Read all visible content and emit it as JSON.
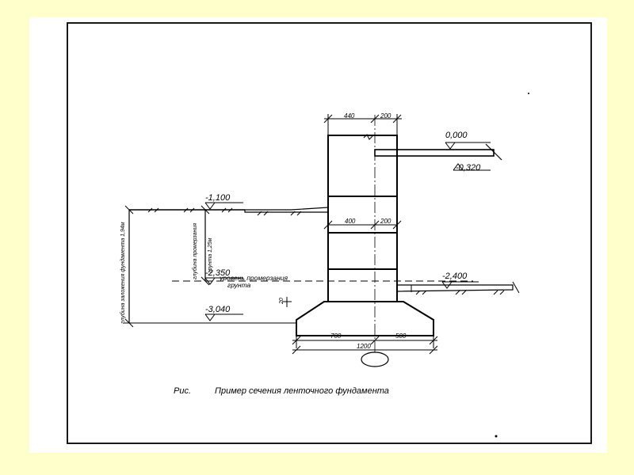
{
  "dimensions": {
    "top_wall": "440",
    "top_insulation": "200",
    "mid_wall": "400",
    "mid_insulation": "200",
    "footing_left": "700",
    "footing_right": "500",
    "footing_total": "1200",
    "bed_thickness": "20"
  },
  "elevations": {
    "zero": "0,000",
    "slab": "-0,320",
    "ground_left": "-1,100",
    "frost_level": "-2,350",
    "ground_right": "-2,400",
    "footing_base": "-3,040"
  },
  "annotations": {
    "frost_line": "уровень промерзания",
    "frost_line_2": "грунта",
    "frost_depth_1": "глубина промерзания",
    "frost_depth_2": "грунта 1,25м",
    "footing_depth": "глубина заложения фундамента 1,94м"
  },
  "caption": {
    "prefix": "Рис.",
    "text": "Пример сечения ленточного фундамента"
  }
}
